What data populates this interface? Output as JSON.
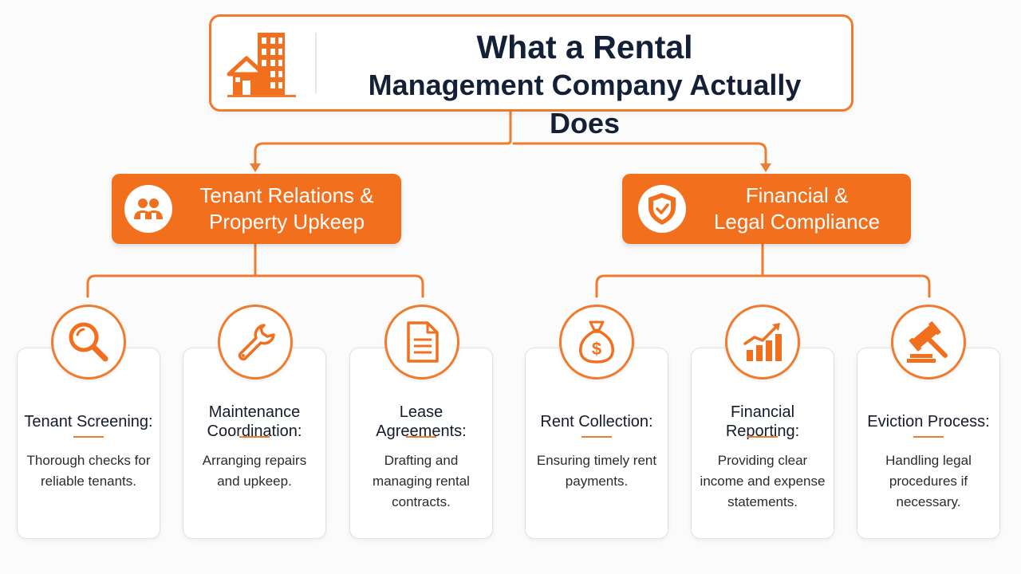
{
  "title": {
    "line1": "What a Rental",
    "line2": "Management Company Actually Does",
    "icon": "building-house-icon"
  },
  "categories": [
    {
      "line1": "Tenant Relations &",
      "line2": "Property Upkeep",
      "icon": "people-icon",
      "items": [
        {
          "title": "Tenant Screening:",
          "description": "Thorough checks for reliable tenants.",
          "icon": "magnifier-icon"
        },
        {
          "title": "Maintenance Coordination:",
          "description": "Arranging repairs and upkeep.",
          "icon": "wrench-icon"
        },
        {
          "title": "Lease Agreements:",
          "description": "Drafting and managing rental contracts.",
          "icon": "document-icon"
        }
      ]
    },
    {
      "line1": "Financial &",
      "line2": "Legal Compliance",
      "icon": "shield-check-icon",
      "items": [
        {
          "title": "Rent Collection:",
          "description": "Ensuring timely rent payments.",
          "icon": "money-bag-icon"
        },
        {
          "title": "Financial Reporting:",
          "description": "Providing clear income and expense statements.",
          "icon": "growth-chart-icon"
        },
        {
          "title": "Eviction Process:",
          "description": "Handling legal procedures if necessary.",
          "icon": "gavel-icon"
        }
      ]
    }
  ],
  "colors": {
    "accent": "#f26f1e",
    "accent_line": "#ee7b2e",
    "title_text": "#142035"
  }
}
